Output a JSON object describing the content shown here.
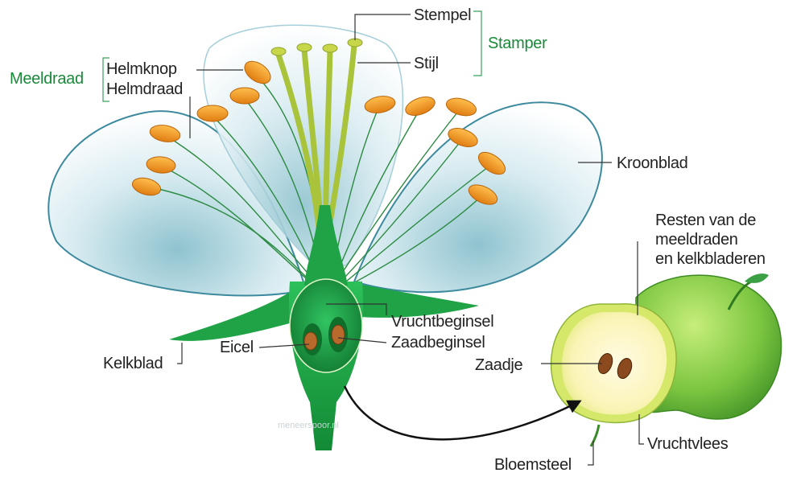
{
  "labels": {
    "stempel": "Stempel",
    "stamper": "Stamper",
    "stijl": "Stijl",
    "meeldraad": "Meeldraad",
    "helmknop": "Helmknop",
    "helmdraad": "Helmdraad",
    "kroonblad": "Kroonblad",
    "resten1": "Resten van de",
    "resten2": "meeldraden",
    "resten3": "en kelkbladeren",
    "vruchtbeginsel": "Vruchtbeginsel",
    "zaadbeginsel": "Zaadbeginsel",
    "eicel": "Eicel",
    "kelkblad": "Kelkblad",
    "zaadje": "Zaadje",
    "vruchtvlees": "Vruchtvlees",
    "bloemsteel": "Bloemsteel"
  },
  "watermark": "meneerspoor.nl",
  "colors": {
    "group_label": "#1a8a3a",
    "anther": "#f39a1e",
    "green": "#1fa346",
    "petal_edge": "#3d8a9e"
  }
}
